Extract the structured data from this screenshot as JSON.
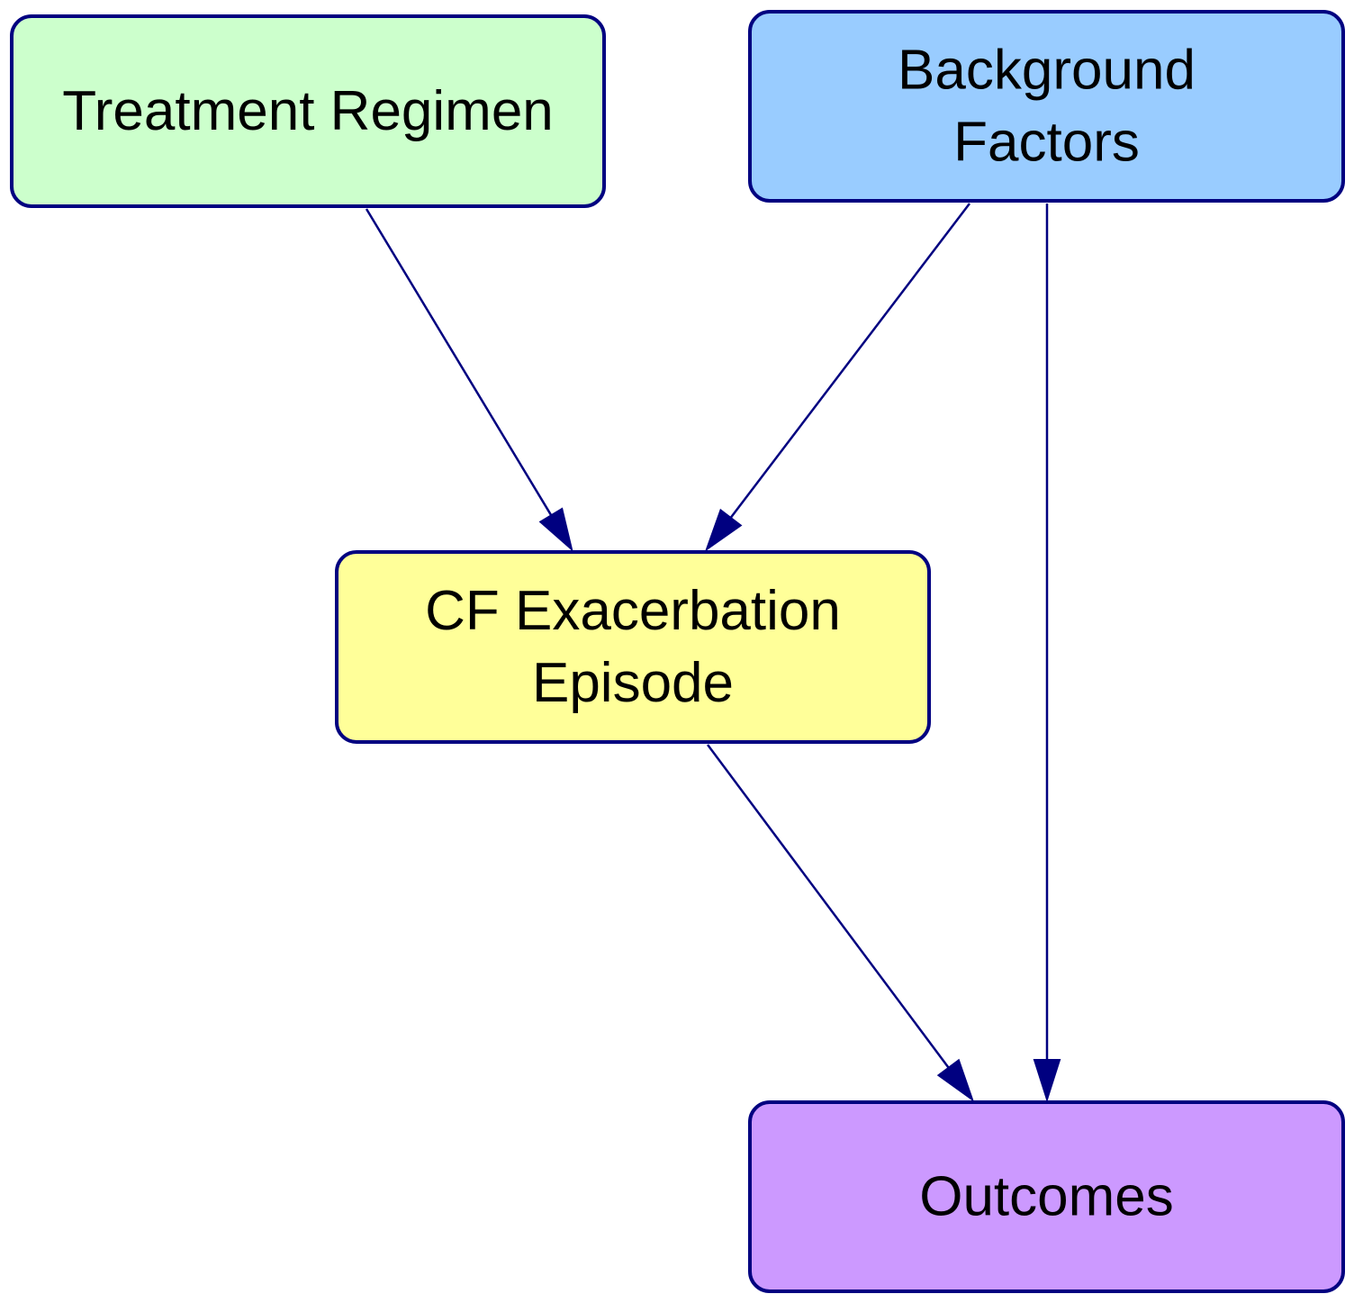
{
  "diagram": {
    "type": "flowchart",
    "colors": {
      "border": "#000080",
      "edge": "#000080",
      "text": "#000000"
    },
    "nodes": [
      {
        "id": "treatment",
        "lines": [
          "Treatment Regimen"
        ],
        "fill": "#ccffcc"
      },
      {
        "id": "background",
        "lines": [
          "Background",
          "Factors"
        ],
        "fill": "#99ccff"
      },
      {
        "id": "episode",
        "lines": [
          "CF Exacerbation",
          "Episode"
        ],
        "fill": "#ffff99"
      },
      {
        "id": "outcomes",
        "lines": [
          "Outcomes"
        ],
        "fill": "#cc99ff"
      }
    ],
    "edges": [
      {
        "from": "treatment",
        "to": "episode"
      },
      {
        "from": "background",
        "to": "episode"
      },
      {
        "from": "background",
        "to": "outcomes"
      },
      {
        "from": "episode",
        "to": "outcomes"
      }
    ]
  }
}
